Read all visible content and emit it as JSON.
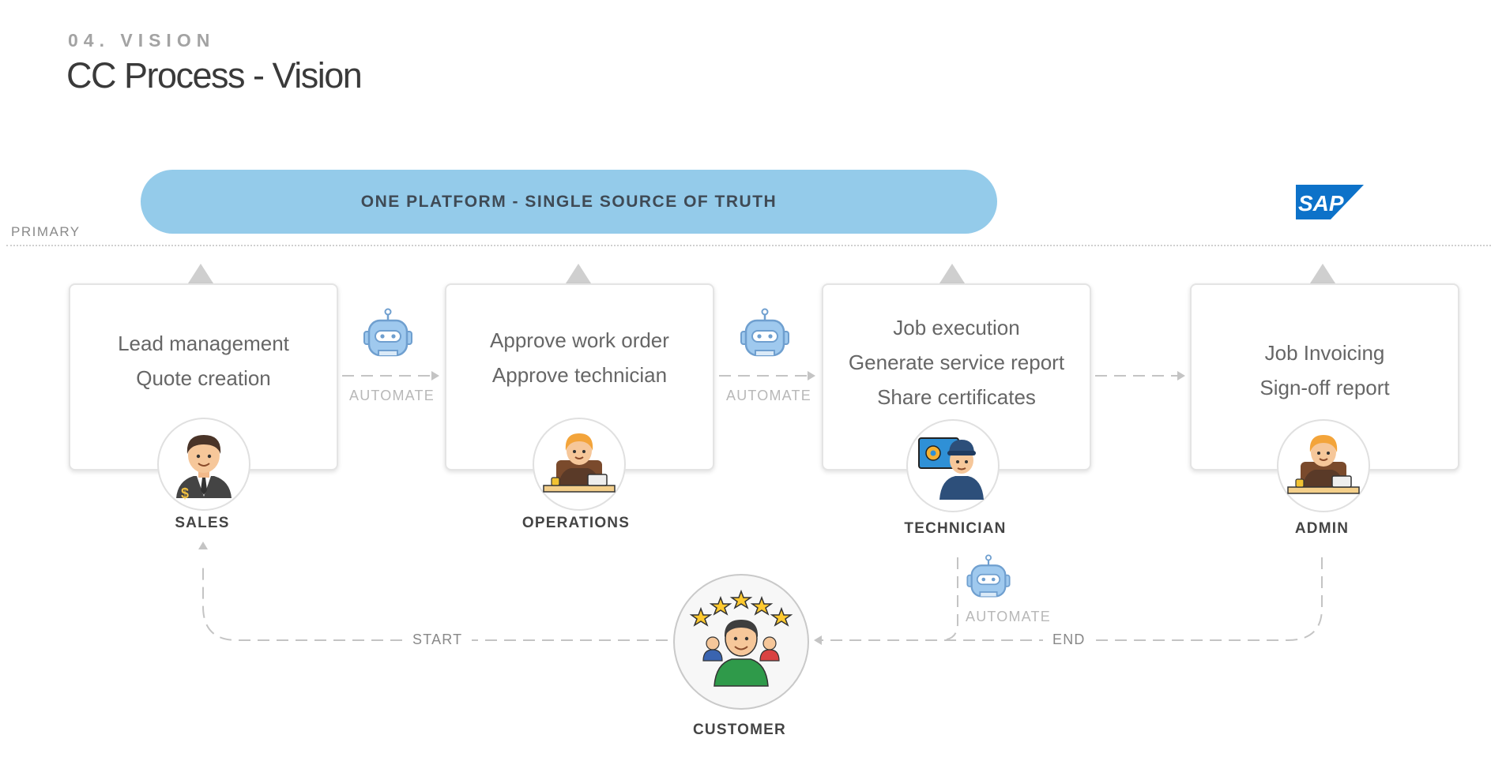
{
  "section_tag": "04. VISION",
  "page_title": "CC Process - Vision",
  "platform_banner": "ONE PLATFORM - SINGLE SOURCE OF TRUTH",
  "primary_label": "PRIMARY",
  "sap_logo_text": "SAP",
  "automate_label": "AUTOMATE",
  "stages": [
    {
      "role": "SALES",
      "lines": [
        "Lead management",
        "Quote creation"
      ]
    },
    {
      "role": "OPERATIONS",
      "lines": [
        "Approve work order",
        "Approve technician"
      ]
    },
    {
      "role": "TECHNICIAN",
      "lines": [
        "Job execution",
        "Generate service report",
        "Share certificates"
      ]
    },
    {
      "role": "ADMIN",
      "lines": [
        "Job Invoicing",
        "Sign-off report"
      ]
    }
  ],
  "customer_label": "CUSTOMER",
  "flow_start": "START",
  "flow_end": "END",
  "colors": {
    "banner": "#94cbea",
    "robot": "#9fc9ee",
    "sap_blue": "#0d72c9",
    "customer_shirt": "#2f9a4a",
    "star": "#ffc92e"
  }
}
